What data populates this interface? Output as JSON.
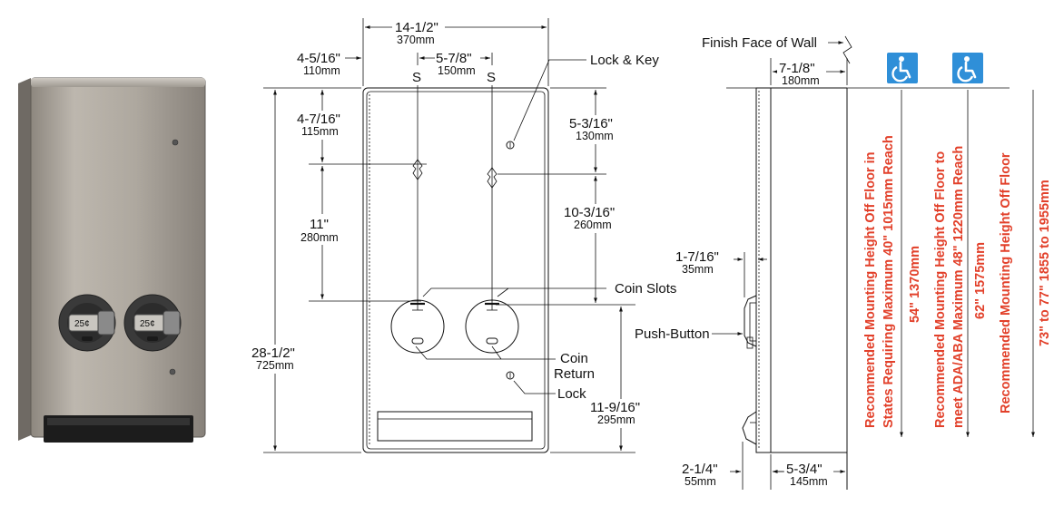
{
  "colors": {
    "accent_red": "#e2402a",
    "accessibility_blue": "#2f8fd8",
    "steel": "#a9a39b"
  },
  "photo": {
    "coin_labels": [
      "25¢",
      "25¢"
    ]
  },
  "front": {
    "width": {
      "imperial": "14-1/2\"",
      "metric": "370mm"
    },
    "edge_to_first_slot": {
      "imperial": "4-5/16\"",
      "metric": "110mm"
    },
    "between_slots": {
      "imperial": "5-7/8\"",
      "metric": "150mm"
    },
    "slot_marks": [
      "S",
      "S"
    ],
    "top_to_slot": {
      "imperial": "4-7/16\"",
      "metric": "115mm"
    },
    "slot_to_coin": {
      "imperial": "11\"",
      "metric": "280mm"
    },
    "height": {
      "imperial": "28-1/2\"",
      "metric": "725mm"
    },
    "top_to_lock": {
      "imperial": "5-3/16\"",
      "metric": "130mm"
    },
    "lock_to_coin": {
      "imperial": "10-3/16\"",
      "metric": "260mm"
    },
    "coin_to_bottom": {
      "imperial": "11-9/16\"",
      "metric": "295mm"
    },
    "callouts": {
      "lock_key": "Lock & Key",
      "coin_slots": "Coin Slots",
      "coin_return": [
        "Coin",
        "Return"
      ],
      "lock": "Lock"
    }
  },
  "side": {
    "finish_face": "Finish Face of Wall",
    "depth": {
      "imperial": "7-1/8\"",
      "metric": "180mm"
    },
    "button_projection": {
      "imperial": "1-7/16\"",
      "metric": "35mm"
    },
    "push_button": "Push-Button",
    "bottom_projection": {
      "imperial": "2-1/4\"",
      "metric": "55mm"
    },
    "recess_depth": {
      "imperial": "5-3/4\"",
      "metric": "145mm"
    }
  },
  "mounting": {
    "col1": {
      "line1": "Recommended Mounting Height Off Floor in",
      "line2": "States Requiring Maximum  40\"  1015mm Reach",
      "value": "54\"   1370mm"
    },
    "col2": {
      "line1": "Recommended Mounting Height Off Floor to",
      "line2": "meet ADA/ABA Maximum  48\" 1220mm Reach",
      "value": "62\"   1575mm"
    },
    "col3": {
      "line1": "Recommended Mounting Height Off Floor",
      "value": "73\" to 77\"   1855 to 1955mm"
    },
    "icons": [
      "wheelchair-accessible-icon",
      "wheelchair-accessible-icon"
    ]
  }
}
